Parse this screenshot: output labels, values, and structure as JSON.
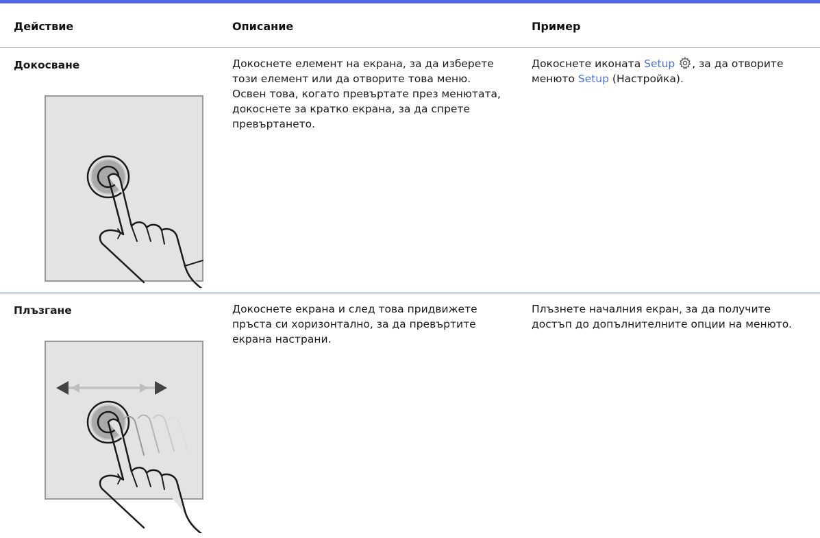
{
  "header": {
    "col_action": "Действие",
    "col_description": "Описание",
    "col_example": "Пример"
  },
  "rows": [
    {
      "action": "Докосване",
      "description": "Докоснете елемент на екрана, за да изберете този елемент или да отворите това меню. Освен това, когато превъртате през менютата, докоснете за кратко екрана, за да спрете превъртането.",
      "example": {
        "part1": "Докоснете иконата ",
        "link1": "Setup",
        "part2": ", за да отворите менюто ",
        "link2": "Setup",
        "part3": " (Настройка)."
      },
      "illustration_icon": "tap-gesture-icon"
    },
    {
      "action": "Плъзгане",
      "description": "Докоснете екрана и след това придвижете пръста си хоризонтално, за да превъртите екрана настрани.",
      "example": {
        "text": "Плъзнете началния екран, за да получите достъп до допълнителните опции на менюто."
      },
      "illustration_icon": "swipe-gesture-icon"
    }
  ],
  "colors": {
    "accent_rule": "#4f66e6",
    "link": "#4a73d8"
  }
}
